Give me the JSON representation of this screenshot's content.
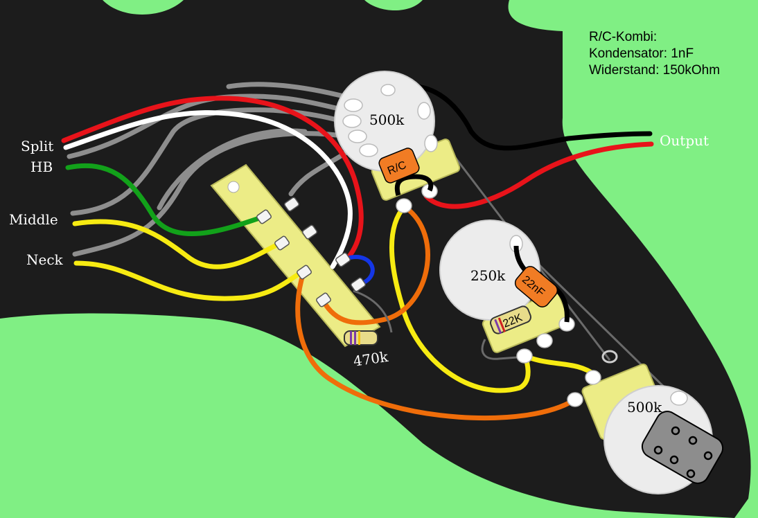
{
  "colors": {
    "background": "#80ef84",
    "pickguard": "#1c1c1c",
    "wire_red": "#e8131a",
    "wire_white": "#ffffff",
    "wire_green": "#12a11a",
    "wire_gray": "#8e8e8e",
    "wire_yellow": "#f7eb12",
    "wire_orange": "#ef6d0a",
    "wire_black": "#000000",
    "wire_blue": "#1436e6",
    "switch_body": "#ecec86",
    "capacitor": "#f17c24",
    "resistor": "#e8dc8a"
  },
  "wire_labels": {
    "split": "Split",
    "hb": "HB",
    "middle": "Middle",
    "neck": "Neck",
    "output": "Output"
  },
  "potentiometers": {
    "volume": "500k",
    "tone_middle": "250k",
    "tone_bottom": "500k"
  },
  "components": {
    "rc_label": "R/C",
    "cap_label": "22nF",
    "resistor_22k": "22K",
    "resistor_470k": "470k"
  },
  "note": {
    "line1": "R/C-Kombi:",
    "line2": "Kondensator: 1nF",
    "line3": "Widerstand: 150kOhm"
  }
}
